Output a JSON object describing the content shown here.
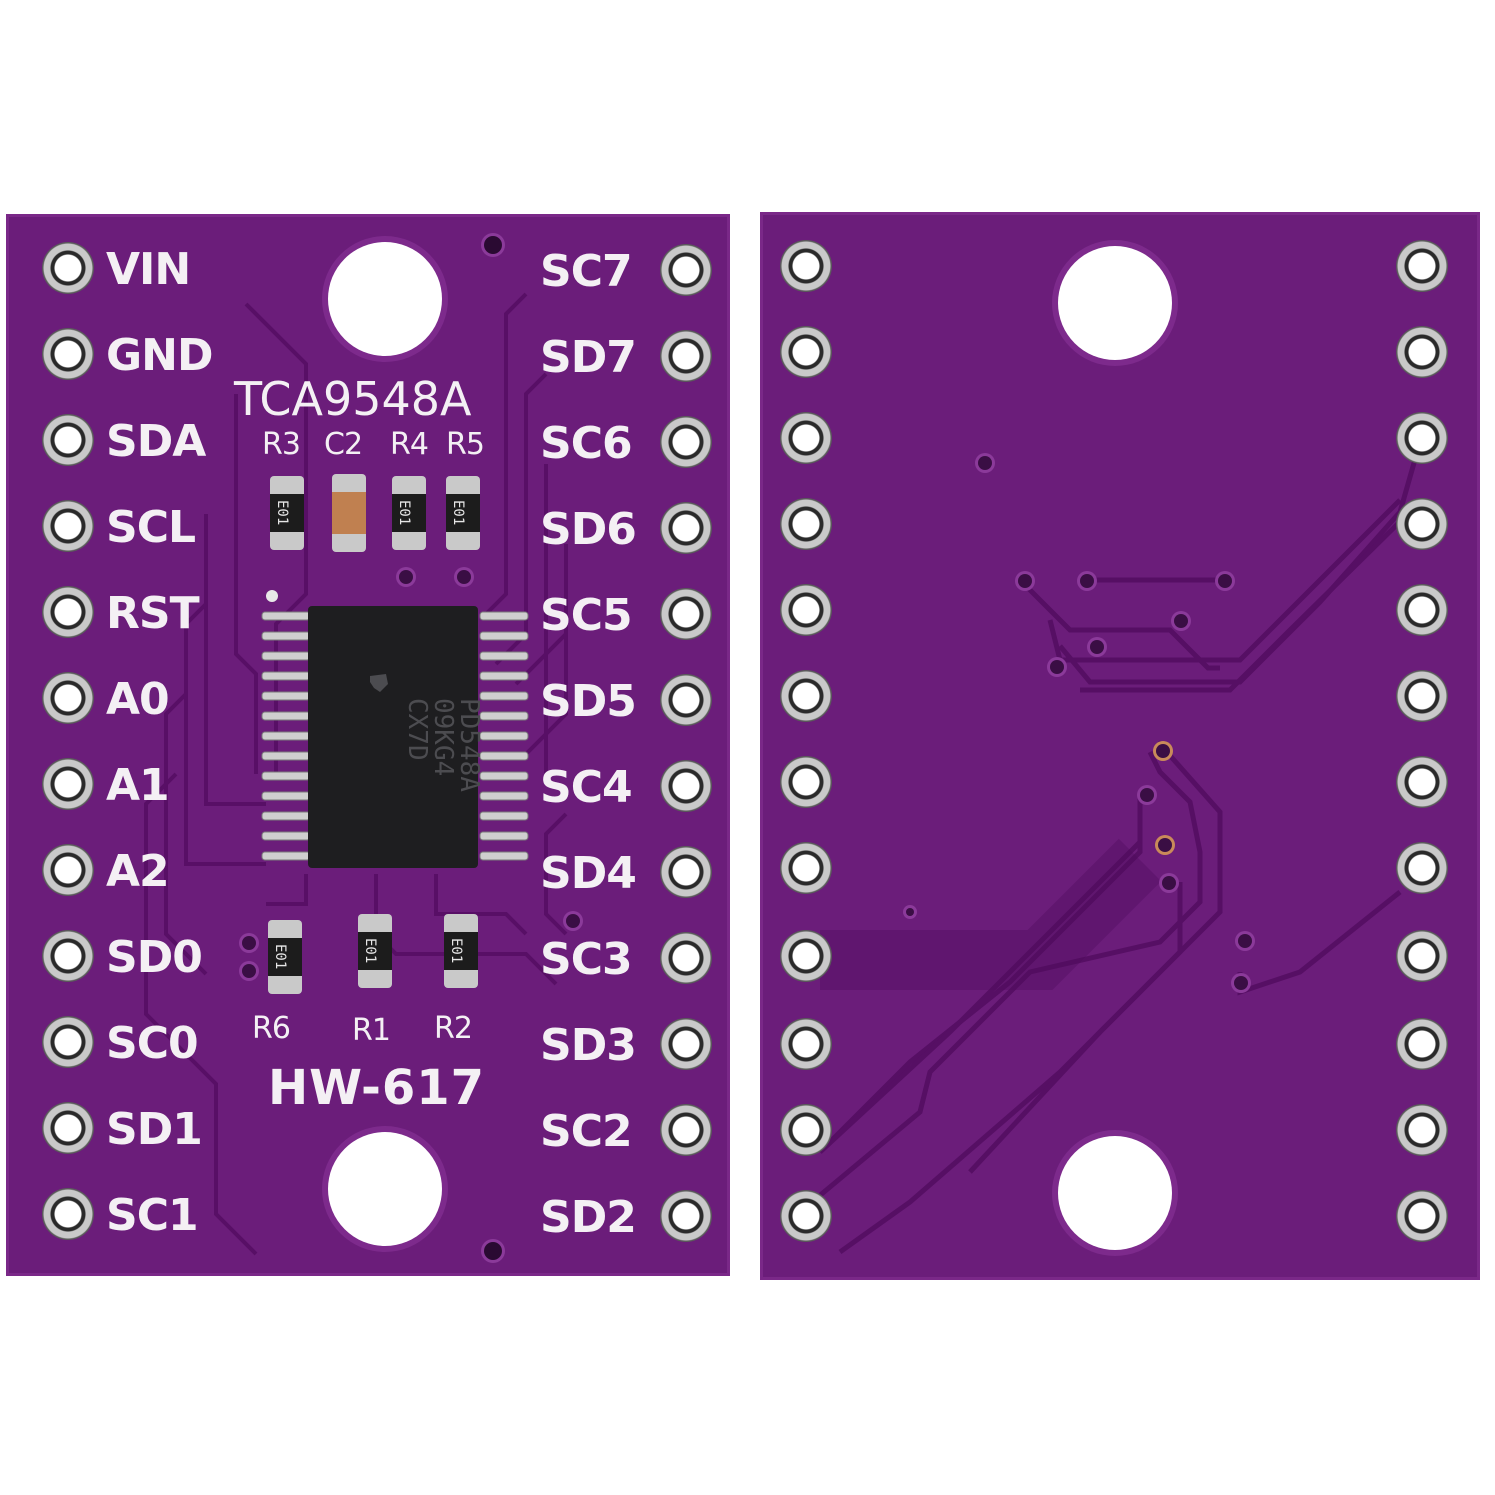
{
  "front": {
    "chip_label": "TCA9548A",
    "model_label": "HW-617",
    "ic_marking": [
      "PD548A",
      "09KG4",
      "CX7D"
    ],
    "top_component_labels": [
      "R3",
      "C2",
      "R4",
      "R5"
    ],
    "bottom_component_labels": [
      "R6",
      "R1",
      "R2"
    ],
    "resistor_code": "E01",
    "left_pins": [
      "VIN",
      "GND",
      "SDA",
      "SCL",
      "RST",
      "A0",
      "A1",
      "A2",
      "SD0",
      "SC0",
      "SD1",
      "SC1"
    ],
    "right_pins": [
      "SC7",
      "SD7",
      "SC6",
      "SD6",
      "SC5",
      "SD5",
      "SC4",
      "SD4",
      "SC3",
      "SD3",
      "SC2",
      "SD2"
    ]
  },
  "colors": {
    "board": "#6b1d7a",
    "silkscreen": "#f4f0f4",
    "trace": "#5a1468",
    "background": "#ffffff"
  }
}
